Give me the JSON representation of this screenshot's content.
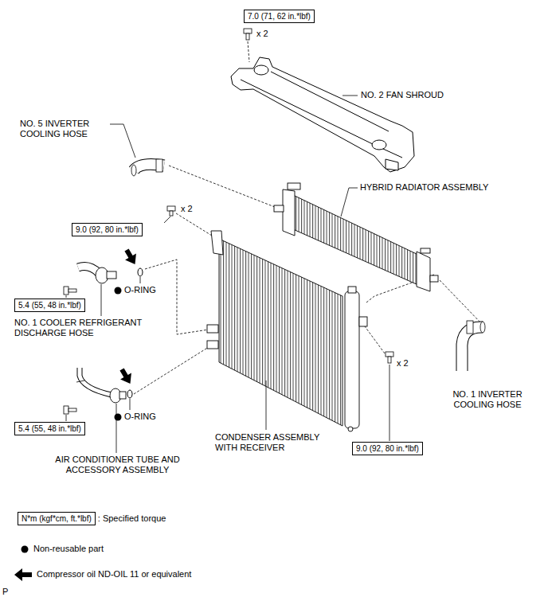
{
  "diagram": {
    "nodes": [
      {
        "text": [
          "7.0 (71, 62 in.*lbf)"
        ]
      },
      {
        "text": [
          "9.0 (92, 80 in.*lbf)"
        ]
      },
      {
        "text": [
          "5.4 (55, 48 in.*lbf)"
        ]
      },
      {
        "text": [
          "5.4 (55, 48 in.*lbf)"
        ]
      },
      {
        "text": [
          "9.0 (92, 80 in.*lbf)"
        ]
      },
      {
        "text": [
          "N*m (kgf*cm, ft.*lbf)"
        ]
      }
    ],
    "labels": [
      "NO. 2 FAN SHROUD",
      "x 2",
      "NO. 5 INVERTER COOLING HOSE",
      "HYBRID RADIATOR ASSEMBLY",
      "x 2",
      "O-RING",
      "NO. 1 COOLER REFRIGERANT DISCHARGE HOSE",
      "O-RING",
      "AIR CONDITIONER TUBE AND ACCESSORY ASSEMBLY",
      "CONDENSER ASSEMBLY WITH RECEIVER",
      "x 2",
      "NO. 1 INVERTER COOLING HOSE",
      "P"
    ],
    "legend": [
      {
        "text": ": Specified torque"
      },
      {
        "text": "Non-reusable part"
      },
      {
        "text": "Compressor oil ND-OIL 11 or equivalent"
      }
    ]
  }
}
